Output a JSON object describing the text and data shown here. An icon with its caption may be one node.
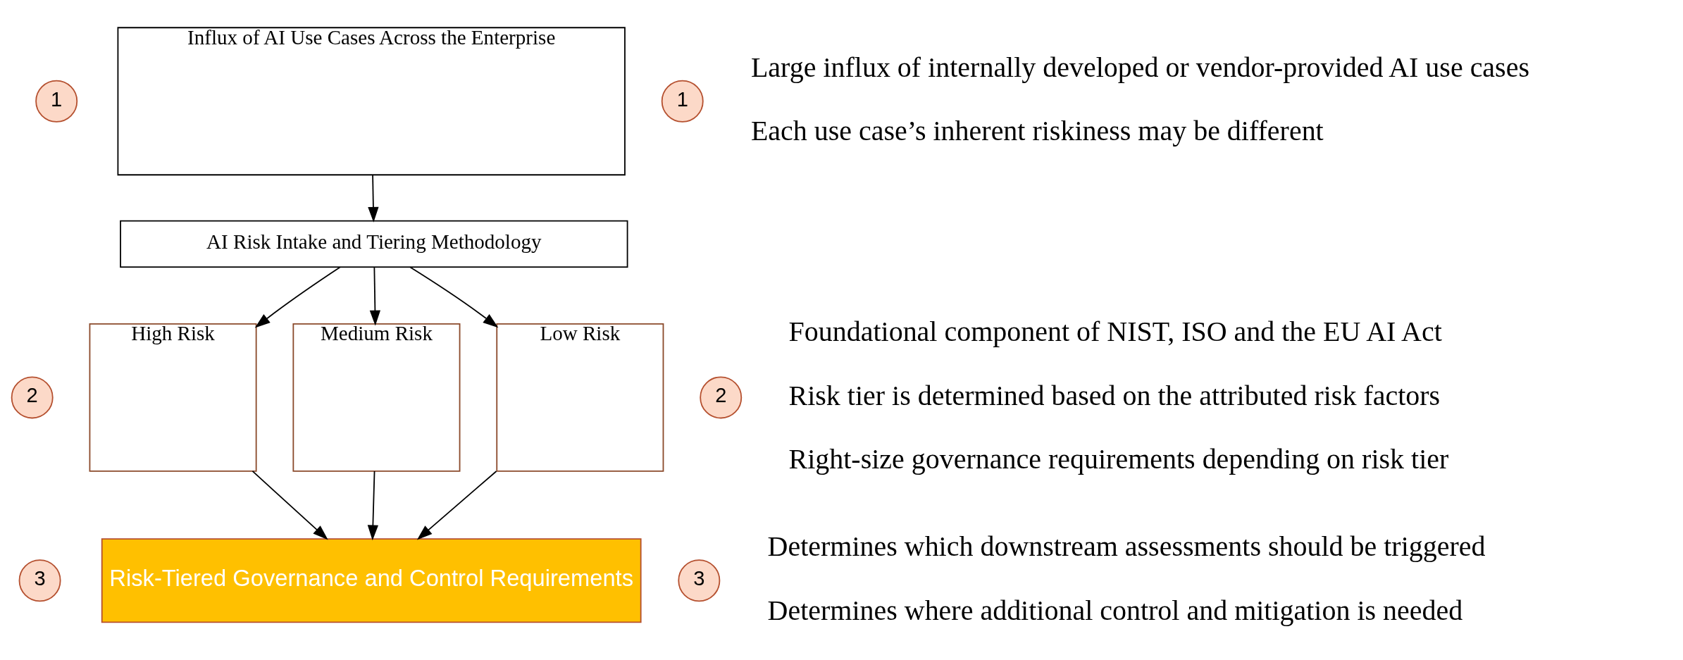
{
  "diagram": {
    "nodes": [
      {
        "text": [
          "1"
        ]
      },
      {
        "text": [
          "Influx of AI Use Cases Across the Enterprise"
        ]
      },
      {
        "text": [
          "1"
        ],
        "beside": [
          "Large influx of internally developed or vendor-provided AI use cases",
          "Each use case’s inherent riskiness may be different"
        ]
      },
      {
        "text": [
          "2"
        ]
      },
      {
        "text": [
          "AI Risk Intake and Tiering Methodology"
        ]
      },
      {
        "text": [
          "2"
        ],
        "beside": [
          "Foundational component of NIST, ISO and the EU AI Act",
          "Risk tier is determined based on the attributed risk factors",
          "Right-size governance requirements depending on risk tier"
        ]
      },
      {
        "text": [
          "High Risk"
        ]
      },
      {
        "text": [
          "Medium Risk"
        ]
      },
      {
        "text": [
          "Low Risk"
        ]
      },
      {
        "text": [
          "3"
        ]
      },
      {
        "text": [
          "Risk-Tiered Governance and Control Requirements"
        ]
      },
      {
        "text": [
          "3"
        ],
        "beside": [
          "Determines which downstream assessments should be triggered",
          "Determines where additional control and mitigation is needed"
        ]
      }
    ],
    "edges": [
      {
        "from": 1,
        "to": 4,
        "arrow": "to"
      },
      {
        "from": 4,
        "to": 6,
        "arrow": "to"
      },
      {
        "from": 4,
        "to": 7,
        "arrow": "to"
      },
      {
        "from": 4,
        "to": 8,
        "arrow": "to"
      },
      {
        "from": 6,
        "to": 10,
        "arrow": "to"
      },
      {
        "from": 7,
        "to": 10,
        "arrow": "to"
      },
      {
        "from": 8,
        "to": 10,
        "arrow": "to"
      }
    ]
  }
}
